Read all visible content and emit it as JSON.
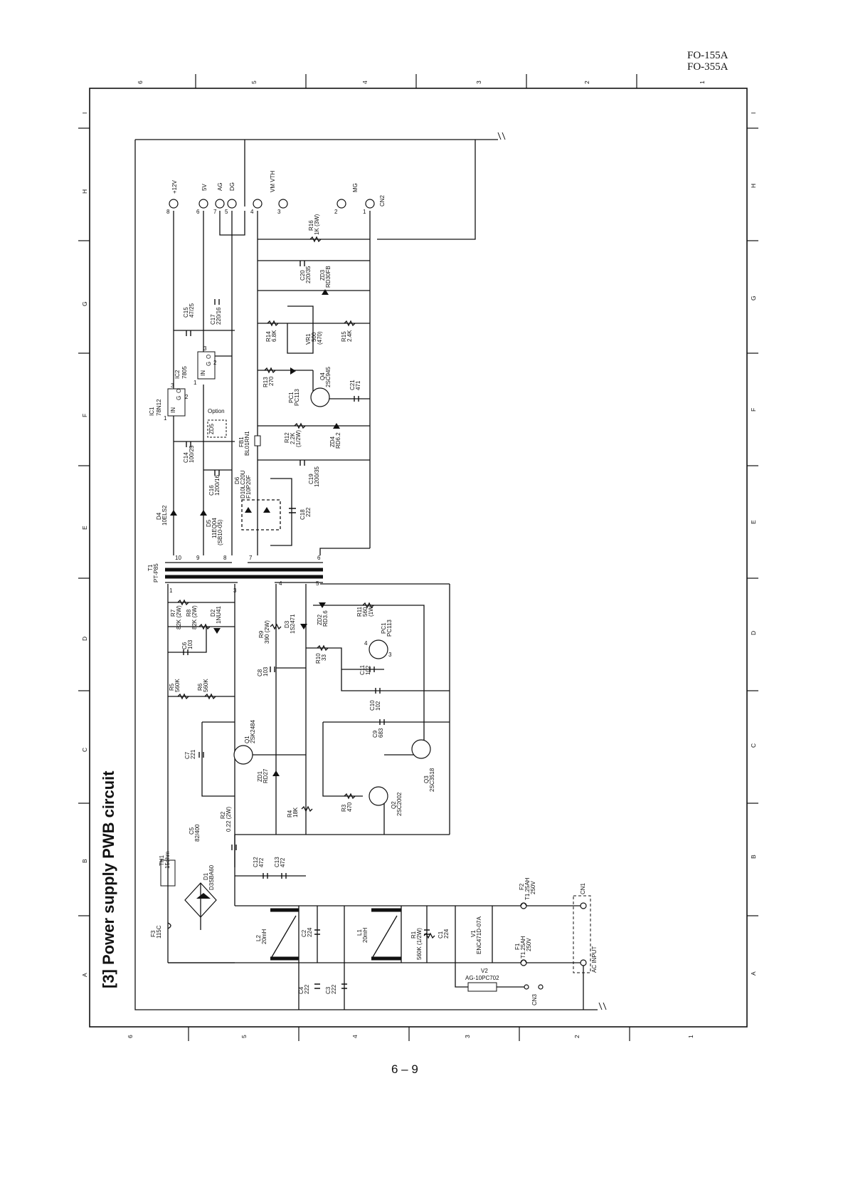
{
  "header": {
    "model_1": "FO-155A",
    "model_2": "FO-355A"
  },
  "page_number": "6 – 9",
  "title": "[3] Power supply PWB circuit",
  "grid": {
    "numbers": [
      "6",
      "5",
      "4",
      "3",
      "2",
      "1"
    ],
    "letters": [
      "I",
      "H",
      "G",
      "F",
      "E",
      "D",
      "C",
      "B",
      "A"
    ]
  },
  "connectors": {
    "out_12v": "+12V",
    "out_5v": "5V",
    "out_ag": "AG",
    "out_dg": "DG",
    "out_vm": "VM VTH",
    "out_mg": "MG",
    "cn2": "CN2",
    "cn1": "CN1",
    "cn3": "CN3",
    "ac_input": "AC INPUT",
    "option": "Option"
  },
  "pins": {
    "p8": "8",
    "p6": "6",
    "p7": "7",
    "p5": "5",
    "p4": "4",
    "p3": "3",
    "p2": "2",
    "p1": "1",
    "t1": "1",
    "t3": "3",
    "t4": "4",
    "t5": "5",
    "t10": "10",
    "t9": "9",
    "t8": "8",
    "t7": "7",
    "t6": "6",
    "ic_1": "1",
    "ic_2": "2",
    "ic_3": "3",
    "q_4": "4",
    "q_3": "3"
  },
  "components": {
    "ic1": "IC1",
    "ic1_val": "78N12",
    "ic2": "IC2",
    "ic2_val": "7805",
    "ic_in": "IN",
    "ic_g": "G",
    "ic_o": "O",
    "c15": "C15",
    "c15_val": "47/25",
    "c17": "C17",
    "c17_val": "220/16",
    "c14": "C14",
    "c14_val": "100/25",
    "c16": "C16",
    "c16_val": "1200/16",
    "zd5": "ZD5",
    "d4": "D4",
    "d4_val": "10ELS2",
    "d5": "D5",
    "d5_val": "11EQ04",
    "d5_alt": "(SB10-05)",
    "t1": "T1",
    "t1_val": "PT-P85",
    "fb1": "FB1",
    "fb1_val": "BL01RN1",
    "d6": "D6",
    "d6_val": "D10LC20U",
    "d6_alt": "F10P20F",
    "c18": "C18",
    "c18_val": "222",
    "c19": "C19",
    "c19_val": "1200/35",
    "c20": "C20",
    "c20_val": "220/35",
    "zd3": "ZD3",
    "zd3_val": "RD30FB",
    "r16": "R16",
    "r16_val": "1K (3W)",
    "r14": "R14",
    "r14_val": "6.8K",
    "vr1": "VR1",
    "vr1_val": "500",
    "vr1_alt": "(470)",
    "r15": "R15",
    "r15_val": "2.4K",
    "r13": "R13",
    "r13_val": "270",
    "pc1_out": "PC1",
    "pc1_out_val": "PC113",
    "q4": "Q4",
    "q4_val": "2SC945",
    "c21": "C21",
    "c21_val": "471",
    "r12": "R12",
    "r12_val": "2.2K",
    "r12_alt": "(1/2W)",
    "zd4": "ZD4",
    "zd4_val": "RD6.2",
    "r7": "R7",
    "r7_val": "82K (2W)",
    "r8": "R8",
    "r8_val": "82K (2W)",
    "d2": "D2",
    "d2_val": "1NU41",
    "c6": "C6",
    "c6_val": "103",
    "r9": "R9",
    "r9_val": "390 (2W)",
    "d3": "D3",
    "d3_val": "1S2471",
    "zd2": "ZD2",
    "zd2_val": "RD3.6",
    "r11": "R11",
    "r11_val": "560",
    "r11_alt": "(1W)",
    "pc1_in": "PC1",
    "pc1_in_val": "PC113",
    "r10": "R10",
    "r10_val": "33",
    "c8": "C8",
    "c8_val": "103",
    "c11": "C11",
    "c11_val": "102",
    "r5": "R5",
    "r5_val": "560K",
    "r6": "R6",
    "r6_val": "560K",
    "c10": "C10",
    "c10_val": "102",
    "c7": "C7",
    "c7_val": "221",
    "q1": "Q1",
    "q1_val": "2SK2484",
    "c9": "C9",
    "c9_val": "683",
    "zd1": "ZD1",
    "zd1_val": "RD27",
    "q3": "Q3",
    "q3_val": "2SC3518",
    "r2": "R2",
    "r2_val": "0.22 (2W)",
    "r4": "R4",
    "r4_val": "18K",
    "r3": "R3",
    "r3_val": "470",
    "q2": "Q2",
    "q2_val": "2SC2002",
    "c5": "C5",
    "c5_val": "82/400",
    "th1": "TH1",
    "th1_val": "15ohm",
    "d1": "D1",
    "d1_val": "D3SBA60",
    "c12": "C12",
    "c12_val": "472",
    "c13": "C13",
    "c13_val": "472",
    "f2": "F2",
    "f2_val": "T1.25AH",
    "f2_alt": "250V",
    "f3": "F3",
    "f3_val": "115C",
    "l2": "L2",
    "l2_val": "20mH",
    "c2": "C2",
    "c2_val": "224",
    "l1": "L1",
    "l1_val": "20mH",
    "r1": "R1",
    "r1_val": "560K (1/2W)",
    "c1": "C1",
    "c1_val": "224",
    "v1": "V1",
    "v1_val": "ENC471D-07A",
    "f1": "F1",
    "f1_val": "T1.25AH",
    "f1_alt": "250V",
    "c4": "C4",
    "c4_val": "222",
    "c3": "C3",
    "c3_val": "222",
    "v2": "V2",
    "v2_val": "AG-10PC702"
  }
}
